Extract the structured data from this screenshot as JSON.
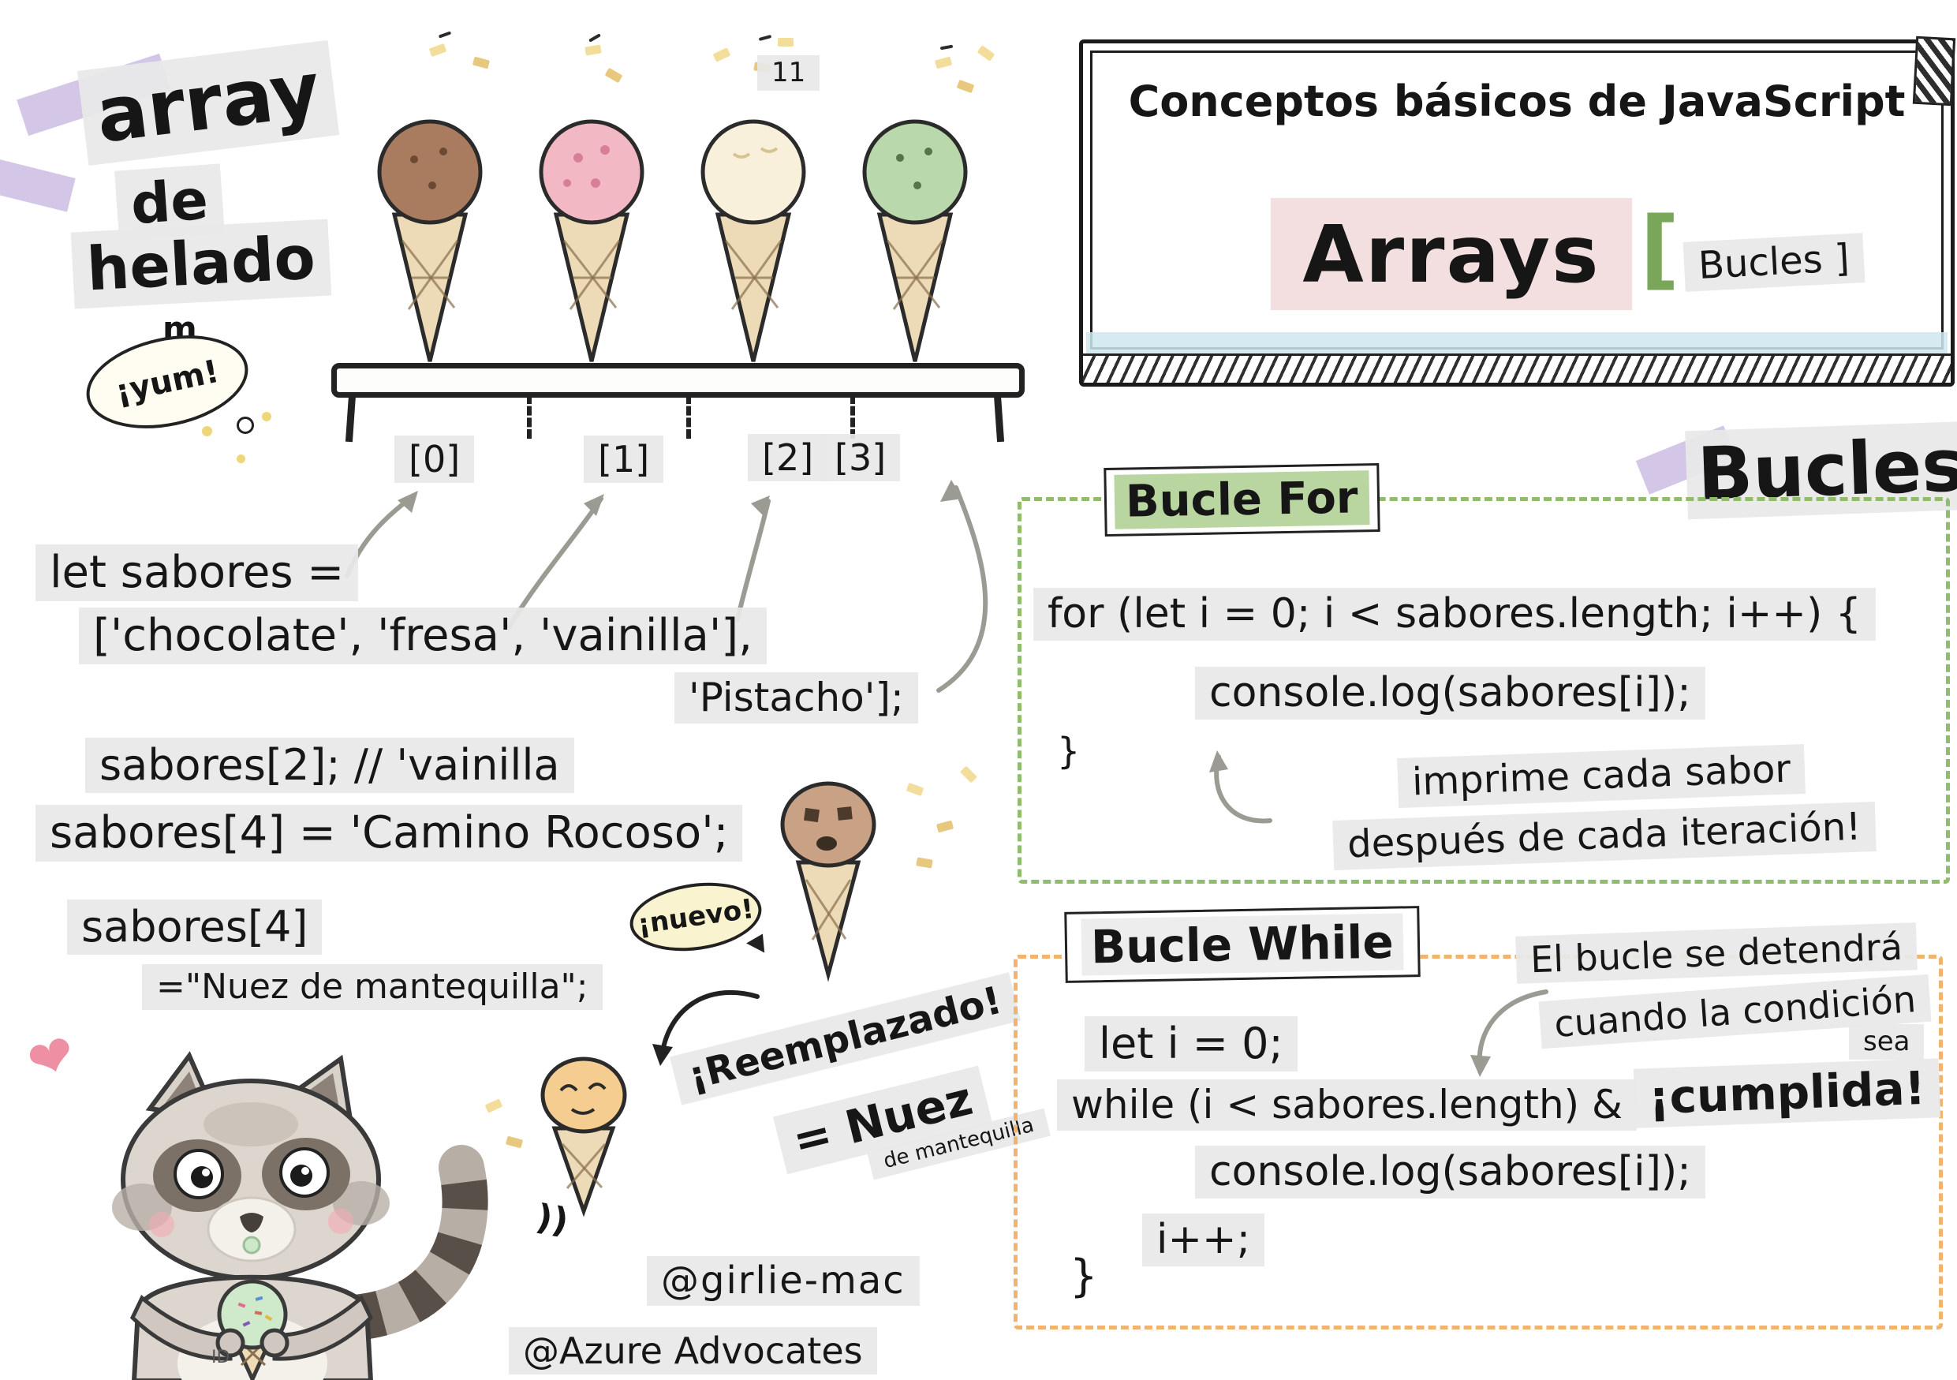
{
  "colors": {
    "chocolate": "#a97c5f",
    "fresa": "#f2b9c4",
    "vainilla": "#f8f0da",
    "pistacho": "#b9d8ab",
    "cone": "#ecdbb6",
    "green_accent": "#8fbc6d",
    "orange_accent": "#f0b470",
    "pink_accent": "#f3dfdf",
    "blue_wash": "#cfe6ef"
  },
  "page": {
    "number": "11"
  },
  "array_panel": {
    "title_line1": "array",
    "title_line2": "de",
    "title_line3": "helado",
    "scribble": "m",
    "yum": "¡yum!",
    "indices": {
      "i0": "[0]",
      "i1": "[1]",
      "i2": "[2]",
      "i3": "[3]"
    },
    "code_line1": "let sabores =",
    "code_line2": "['chocolate', 'fresa', 'vainilla'],",
    "code_line3": "'Pistacho'];",
    "code_line4": "sabores[2]; // 'vainilla",
    "code_line5": "sabores[4] = 'Camino Rocoso';",
    "code_line6": "sabores[4]",
    "code_line7": "=\"Nuez de mantequilla\";",
    "nuevo": "¡nuevo!",
    "replaced_line1": "¡Reemplazado!",
    "replaced_line2": "= Nuez",
    "replaced_line3": "de mantequilla",
    "doodle_marks": "))"
  },
  "credits": {
    "handle1": "@girlie-mac",
    "handle2": "@Azure Advocates",
    "small": "ID"
  },
  "banner": {
    "title": "Conceptos básicos de JavaScript",
    "arrays_label": "Arrays",
    "bracket_open": "[",
    "bucles_label": "Bucles ]"
  },
  "bucles": {
    "heading": "Bucles",
    "for_loop": {
      "title": "Bucle For",
      "code_line1": "for (let i = 0; i < sabores.length; i++) {",
      "code_line2": "console.log(sabores[i]);",
      "closing_brace": "}",
      "note_line1": "imprime cada sabor",
      "note_line2": "después de cada iteración!"
    },
    "while_loop": {
      "title": "Bucle While",
      "note_line1": "El bucle se detendrá",
      "note_line2": "cuando la condición",
      "note_line3": "sea",
      "note_line4": "¡cumplida!",
      "code_line1": "let i = 0;",
      "code_line2": "while (i < sabores.length) &",
      "code_line3": "console.log(sabores[i]);",
      "code_line4": "i++;",
      "closing_brace": "}"
    }
  }
}
